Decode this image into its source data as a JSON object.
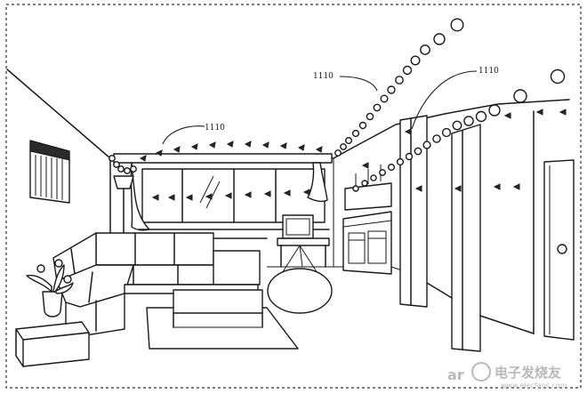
{
  "figure": {
    "callouts": [
      {
        "id": "left",
        "text": "1110"
      },
      {
        "id": "middle",
        "text": "1110"
      },
      {
        "id": "right",
        "text": "1110"
      }
    ]
  },
  "watermark": {
    "text_latin": "ar",
    "text_cjk": "电子发烧友",
    "text_sub": "www.elecfans.com"
  },
  "colors": {
    "line": "#1a1a1a",
    "background": "#ffffff",
    "watermark": "#b9b9b9"
  }
}
